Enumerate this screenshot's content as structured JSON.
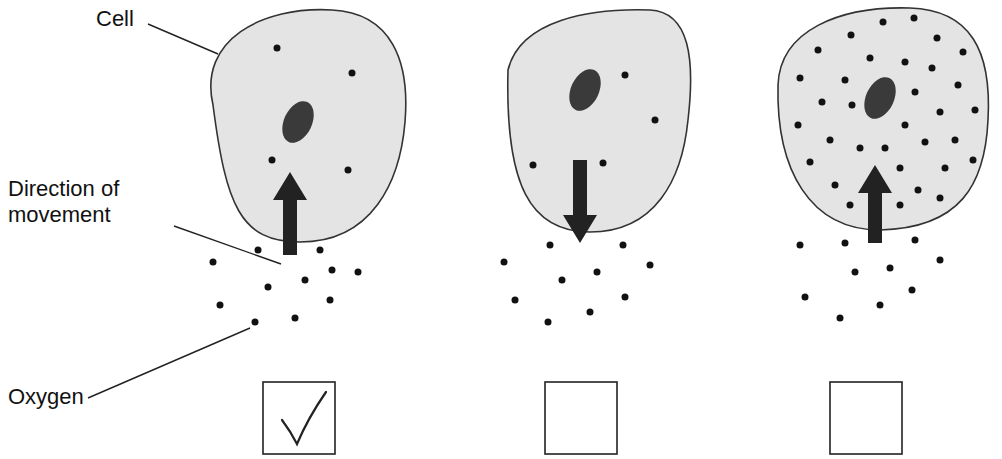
{
  "diagram": {
    "labels": [
      "Cell",
      "Direction of movement",
      "Oxygen"
    ]
  }
}
